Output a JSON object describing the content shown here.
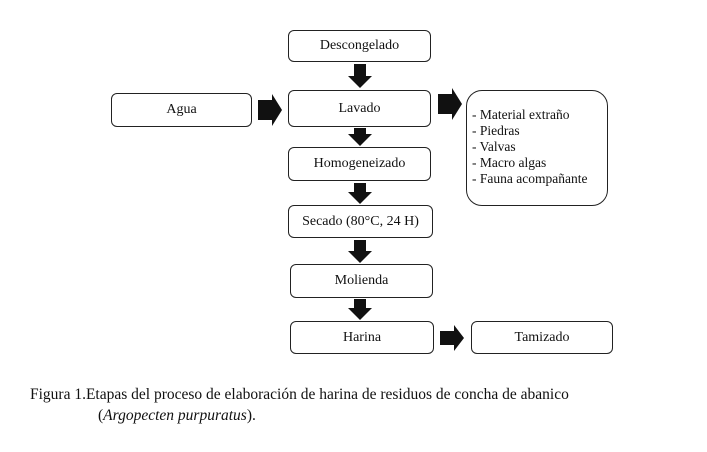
{
  "diagram": {
    "steps": [
      "Descongelado",
      "Lavado",
      "Homogeneizado",
      "Secado (80°C, 24 H)",
      "Molienda",
      "Harina"
    ],
    "input": "Agua",
    "output": "Tamizado",
    "removed_items": [
      "- Material extraño",
      "- Piedras",
      "- Valvas",
      "- Macro algas",
      "- Fauna acompañante"
    ]
  },
  "caption": {
    "label": "Figura 1.",
    "text": "Etapas del proceso de elaboración de harina de residuos de concha de abanico",
    "open": "(",
    "species": "Argopecten purpuratus",
    "close": ")."
  }
}
